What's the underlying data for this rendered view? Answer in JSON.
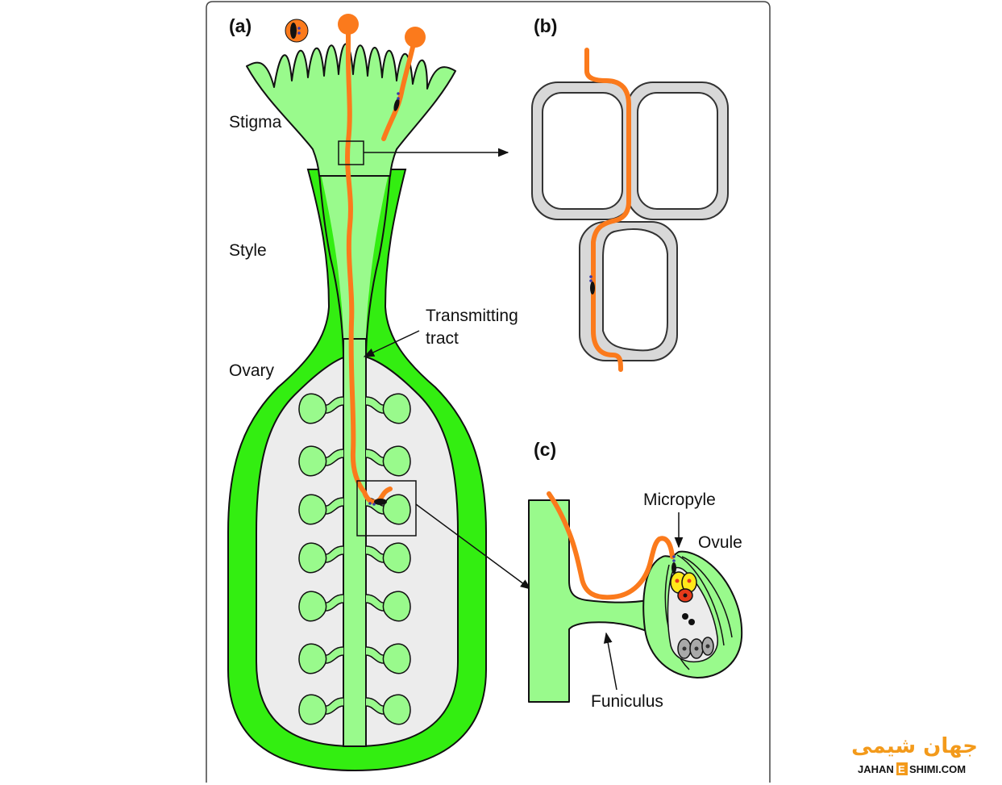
{
  "panels": {
    "a": "(a)",
    "b": "(b)",
    "c": "(c)"
  },
  "labels": {
    "stigma": "Stigma",
    "style": "Style",
    "ovary": "Ovary",
    "transmitting_tract_line1": "Transmitting",
    "transmitting_tract_line2": "tract",
    "micropyle": "Micropyle",
    "ovule": "Ovule",
    "funiculus": "Funiculus"
  },
  "watermark": {
    "persian": "جهان شیمی",
    "latin_left": "JAHAN",
    "latin_mid": "E",
    "latin_right": "SHIMI.COM"
  },
  "colors": {
    "pistil_tissue": "#99fa8c",
    "ovary_wall": "#33ee11",
    "locule": "#ececec",
    "pollen_tube": "#fb7a1c",
    "cell_wall": "#d8d8d8",
    "synergid": "#ffe81a",
    "egg_cell": "#e63a1a",
    "antipodal": "#a9a9a9",
    "watermark_accent": "#f39a1b"
  }
}
